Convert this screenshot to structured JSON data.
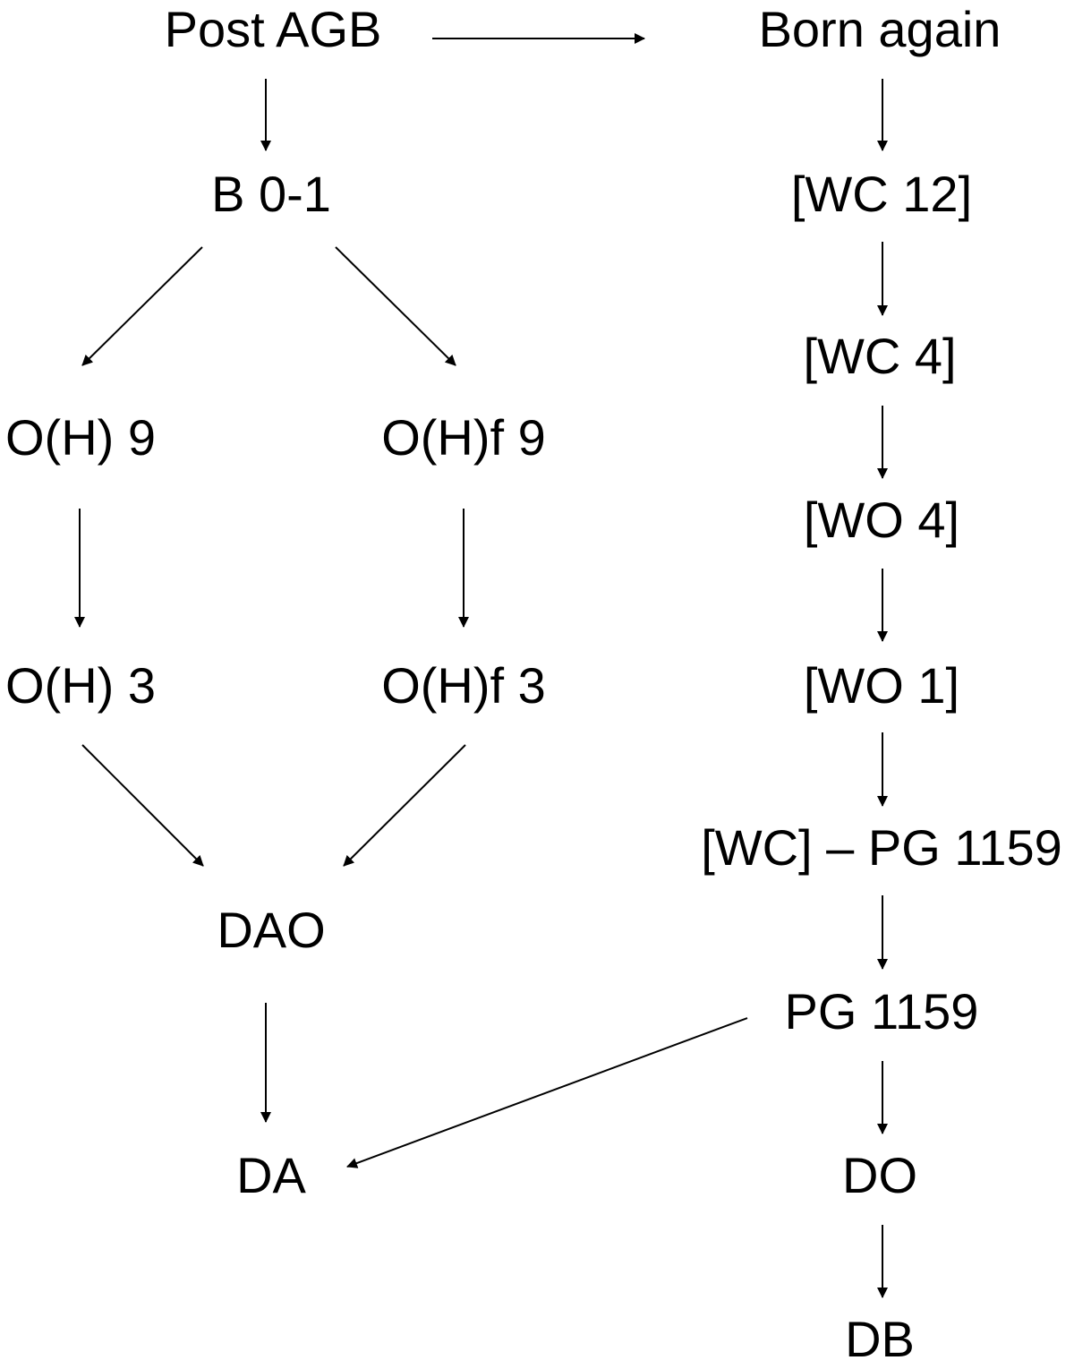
{
  "nodes": {
    "post_agb": "Post AGB",
    "born_again": "Born again",
    "b01": "B 0-1",
    "oh9": "O(H) 9",
    "ohf9": "O(H)f 9",
    "oh3": "O(H) 3",
    "ohf3": "O(H)f 3",
    "dao": "DAO",
    "da": "DA",
    "wc12": "[WC 12]",
    "wc4": "[WC 4]",
    "wo4": "[WO 4]",
    "wo1": "[WO 1]",
    "wc_pg1159": "[WC] – PG 1159",
    "pg1159": "PG 1159",
    "do": "DO",
    "db": "DB"
  },
  "edges": [
    {
      "from": "post_agb",
      "to": "born_again"
    },
    {
      "from": "post_agb",
      "to": "b01"
    },
    {
      "from": "b01",
      "to": "oh9"
    },
    {
      "from": "b01",
      "to": "ohf9"
    },
    {
      "from": "oh9",
      "to": "oh3"
    },
    {
      "from": "ohf9",
      "to": "ohf3"
    },
    {
      "from": "oh3",
      "to": "dao"
    },
    {
      "from": "ohf3",
      "to": "dao"
    },
    {
      "from": "dao",
      "to": "da"
    },
    {
      "from": "born_again",
      "to": "wc12"
    },
    {
      "from": "wc12",
      "to": "wc4"
    },
    {
      "from": "wc4",
      "to": "wo4"
    },
    {
      "from": "wo4",
      "to": "wo1"
    },
    {
      "from": "wo1",
      "to": "wc_pg1159"
    },
    {
      "from": "wc_pg1159",
      "to": "pg1159"
    },
    {
      "from": "pg1159",
      "to": "da"
    },
    {
      "from": "pg1159",
      "to": "do"
    },
    {
      "from": "do",
      "to": "db"
    }
  ],
  "colors": {
    "text": "#000000",
    "line": "#000000",
    "background": "#ffffff"
  }
}
